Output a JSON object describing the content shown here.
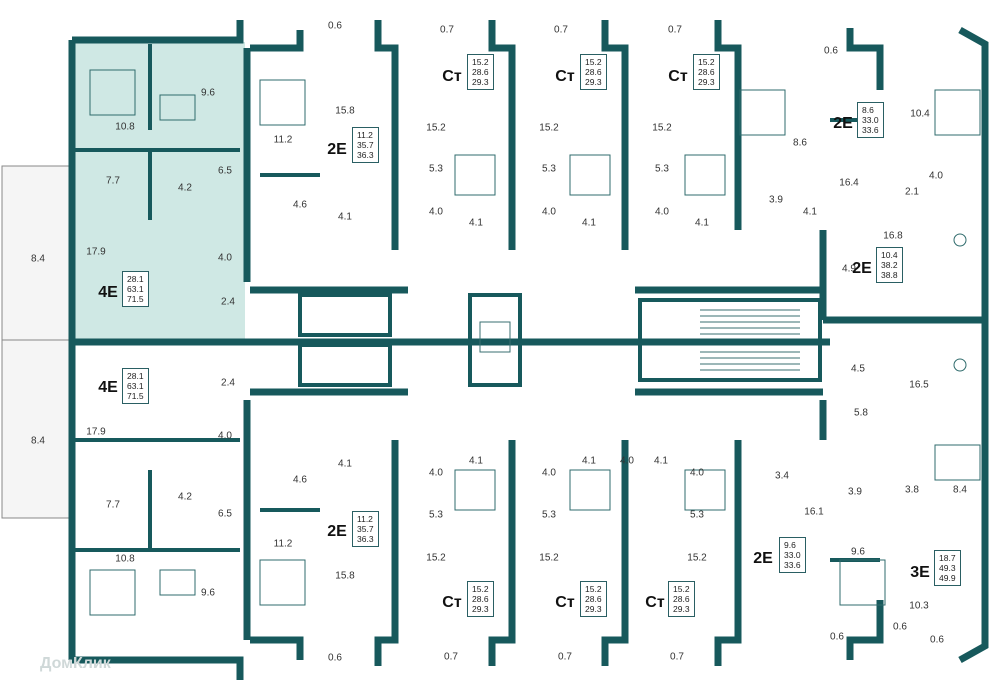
{
  "colors": {
    "wall": "#17595c",
    "highlight": "#cfe8e4",
    "stroke": "#1d5f60",
    "balcony": "#f3f3f3"
  },
  "apartments": [
    {
      "type": "4E",
      "living": "28.1",
      "total": "63.1",
      "gross": "71.5"
    },
    {
      "type": "4E",
      "living": "28.1",
      "total": "63.1",
      "gross": "71.5"
    },
    {
      "type": "2E",
      "living": "11.2",
      "total": "35.7",
      "gross": "36.3"
    },
    {
      "type": "2E",
      "living": "11.2",
      "total": "35.7",
      "gross": "36.3"
    },
    {
      "type": "Ст",
      "living": "15.2",
      "total": "28.6",
      "gross": "29.3"
    },
    {
      "type": "Ст",
      "living": "15.2",
      "total": "28.6",
      "gross": "29.3"
    },
    {
      "type": "Ст",
      "living": "15.2",
      "total": "28.6",
      "gross": "29.3"
    },
    {
      "type": "Ст",
      "living": "15.2",
      "total": "28.6",
      "gross": "29.3"
    },
    {
      "type": "Ст",
      "living": "15.2",
      "total": "28.6",
      "gross": "29.3"
    },
    {
      "type": "Ст",
      "living": "15.2",
      "total": "28.6",
      "gross": "29.3"
    },
    {
      "type": "2E",
      "living": "8.6",
      "total": "33.0",
      "gross": "33.6"
    },
    {
      "type": "2E",
      "living": "9.6",
      "total": "33.0",
      "gross": "33.6"
    },
    {
      "type": "2E",
      "living": "10.4",
      "total": "38.2",
      "gross": "38.8"
    },
    {
      "type": "3E",
      "living": "18.7",
      "total": "49.3",
      "gross": "49.9"
    }
  ],
  "room_areas": [
    "9.6",
    "10.8",
    "6.5",
    "7.7",
    "4.2",
    "17.9",
    "4.0",
    "8.4",
    "2.4",
    "2.4",
    "4.0",
    "17.9",
    "8.4",
    "7.7",
    "4.2",
    "6.5",
    "10.8",
    "9.6",
    "15.8",
    "11.2",
    "4.6",
    "4.1",
    "4.1",
    "4.6",
    "11.2",
    "15.8",
    "0.6",
    "0.7",
    "0.7",
    "0.7",
    "15.2",
    "15.2",
    "15.2",
    "5.3",
    "5.3",
    "5.3",
    "4.0",
    "4.1",
    "4.0",
    "4.1",
    "4.0",
    "4.1",
    "4.0",
    "4.1",
    "4.0",
    "4.1",
    "4.0",
    "4.1",
    "4.0",
    "5.3",
    "5.3",
    "5.3",
    "15.2",
    "15.2",
    "15.2",
    "0.7",
    "0.7",
    "0.7",
    "0.6",
    "8.6",
    "3.9",
    "4.1",
    "0.6",
    "10.4",
    "4.0",
    "2.1",
    "16.4",
    "16.8",
    "4.9",
    "4.5",
    "16.5",
    "5.8",
    "3.4",
    "3.9",
    "3.8",
    "8.4",
    "16.1",
    "9.6",
    "10.3",
    "0.6",
    "0.6",
    "0.6"
  ],
  "watermark": "ДомКлик"
}
